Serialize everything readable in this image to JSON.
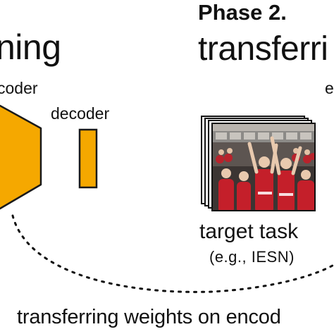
{
  "phase1": {
    "title_fragment": "ning",
    "encoder_fragment": "coder",
    "decoder_label": "decoder"
  },
  "phase2": {
    "label": "Phase 2.",
    "title_fragment": "transferri",
    "encoder_fragment": "e",
    "target_task_label": "target task",
    "target_example": "(e.g., IESN)"
  },
  "caption_fragment": "transferring weights on encod",
  "colors": {
    "block_fill": "#F5A800",
    "block_stroke": "#1a1a1a",
    "text": "#111111"
  }
}
